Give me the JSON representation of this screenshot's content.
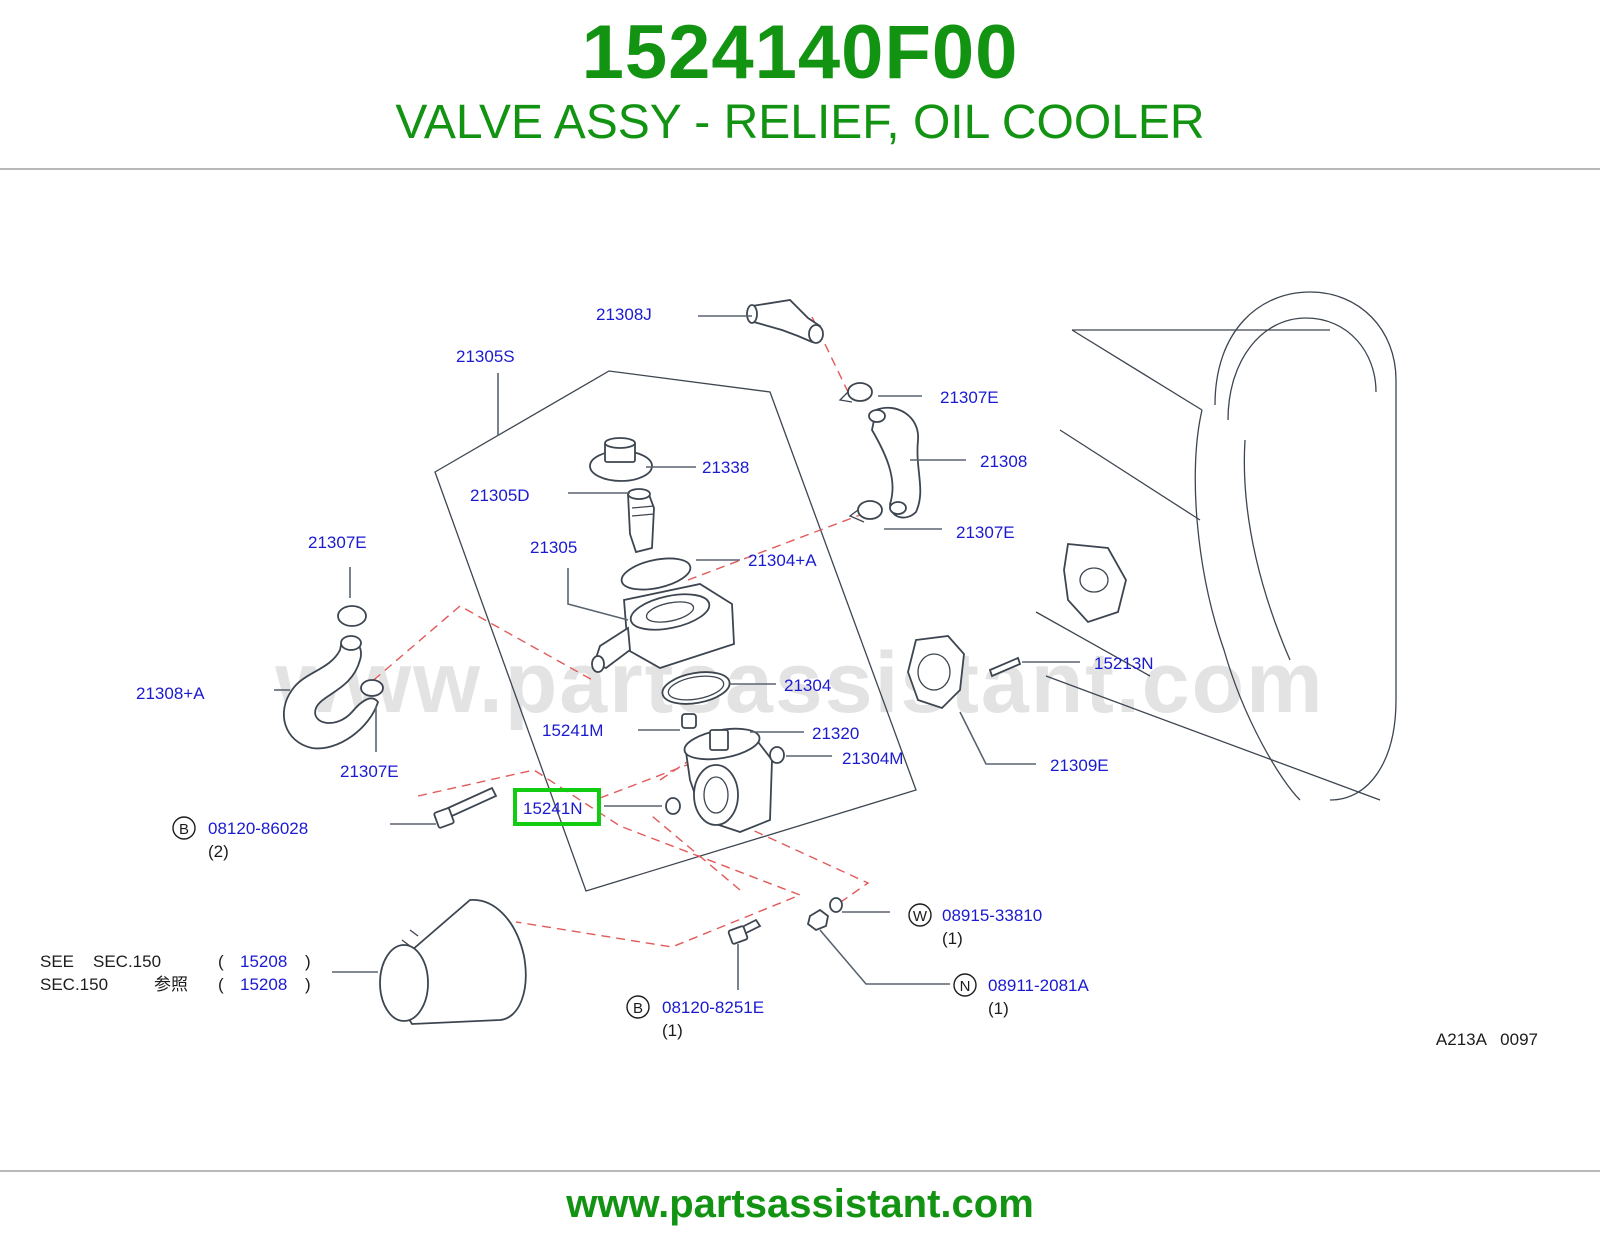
{
  "header": {
    "part_number": "1524140F00",
    "part_description": "VALVE ASSY - RELIEF, OIL COOLER"
  },
  "watermark": "www.partsassistant.com",
  "callouts": {
    "c21308J": "21308J",
    "c21305S": "21305S",
    "c21307E_top": "21307E",
    "c21338": "21338",
    "c21308": "21308",
    "c21305D": "21305D",
    "c21307E_mid": "21307E",
    "c21307E_left": "21307E",
    "c21305": "21305",
    "c21304A": "21304+A",
    "c21308A": "21308+A",
    "c15213N": "15213N",
    "c21304": "21304",
    "c15241M": "15241M",
    "c21320": "21320",
    "c21307E_low": "21307E",
    "c21304M": "21304M",
    "c21309E": "21309E",
    "c15241N": "15241N",
    "c08120_86028": "08120-86028",
    "c08915_33810": "08915-33810",
    "c08911_2081A": "08911-2081A",
    "c08120_8251E": "08120-8251E",
    "c15208_a": "15208",
    "c15208_b": "15208"
  },
  "markers": {
    "b1": "B",
    "b2": "B",
    "w": "W",
    "n": "N"
  },
  "quantities": {
    "q1": "(2)",
    "q2": "(1)",
    "q3": "(1)",
    "q4": "(1)"
  },
  "see_note": {
    "line1_a": "SEE",
    "line1_b": "SEC.150",
    "line2_a": "SEC.150",
    "line2_b": "参照",
    "paren_open": "(",
    "paren_close": ")"
  },
  "diagram_code": "A213A   0097",
  "footer": {
    "url": "www.partsassistant.com"
  },
  "colors": {
    "brand_green": "#129312",
    "callout_blue": "#1a1ad1",
    "highlight_green": "#11cc11",
    "leader_red": "#e25a5a"
  }
}
